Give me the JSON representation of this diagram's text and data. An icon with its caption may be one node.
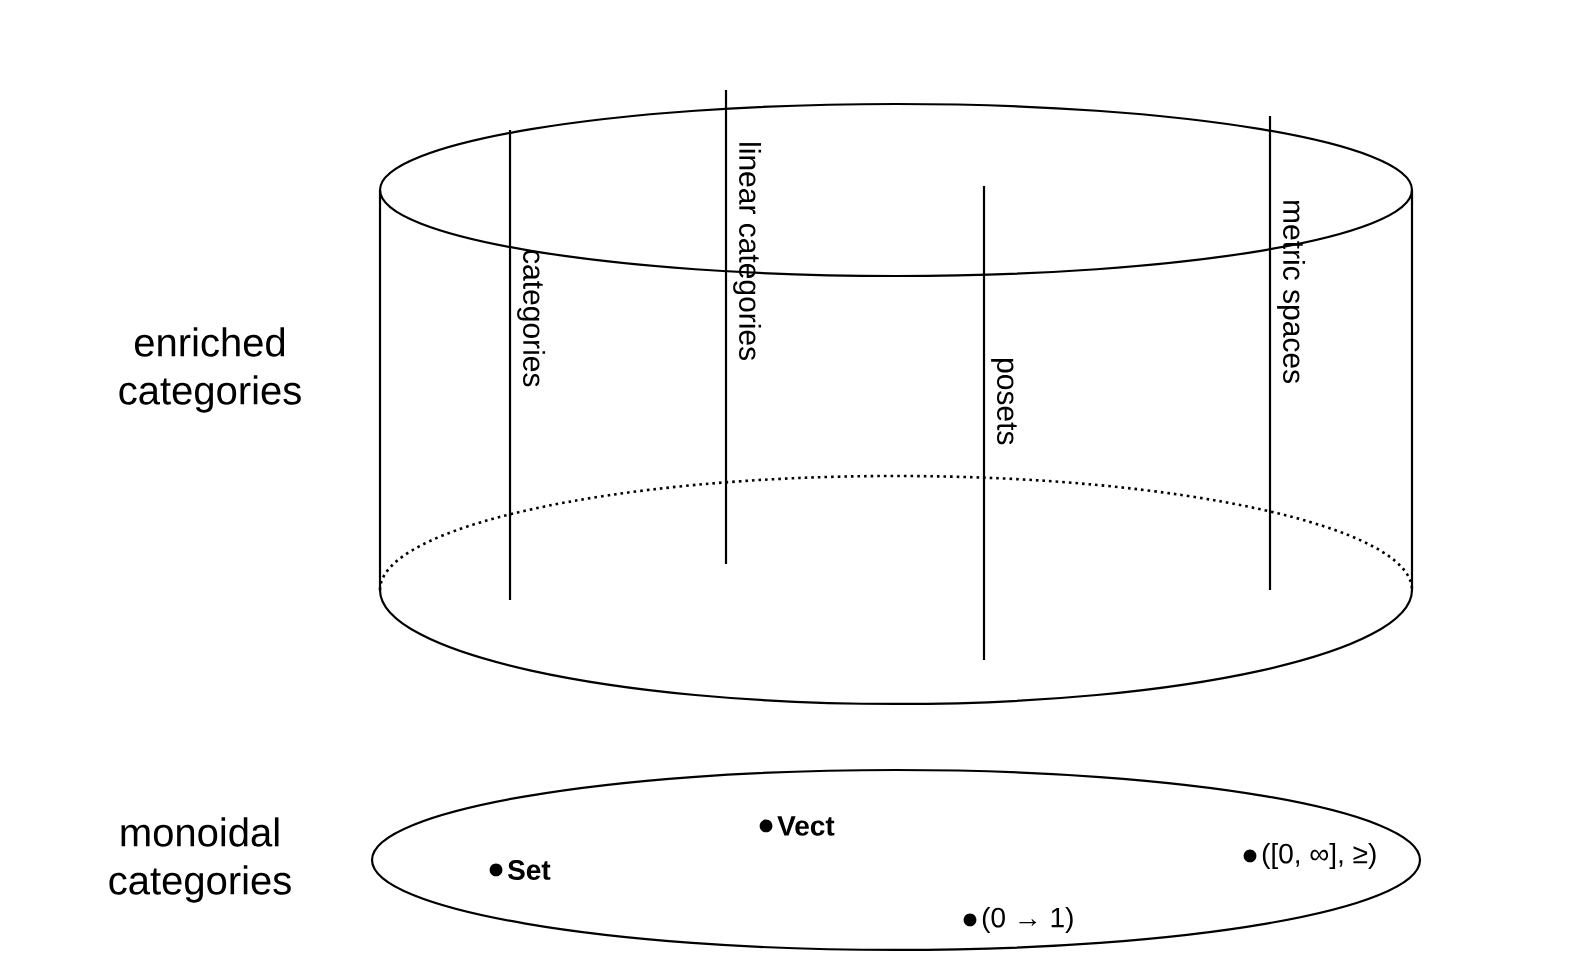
{
  "diagram": {
    "nodes": [
      {
        "text": [],
        "shape": "cylinder",
        "beside": [
          "enriched categories"
        ]
      },
      {
        "text": [
          "categories"
        ],
        "in": 0
      },
      {
        "text": [
          "linear categories"
        ],
        "in": 0
      },
      {
        "text": [
          "posets"
        ],
        "in": 0
      },
      {
        "text": [
          "metric spaces"
        ],
        "in": 0
      },
      {
        "text": [],
        "shape": "ellipse",
        "beside": [
          "monoidal categories"
        ]
      },
      {
        "text": [
          "Set"
        ],
        "in": 5
      },
      {
        "text": [
          "Vect"
        ],
        "in": 5
      },
      {
        "text": [
          "(0 → 1)"
        ],
        "in": 5
      },
      {
        "text": [
          "([0, ∞], ≥)"
        ],
        "in": 5
      }
    ],
    "edges": []
  }
}
